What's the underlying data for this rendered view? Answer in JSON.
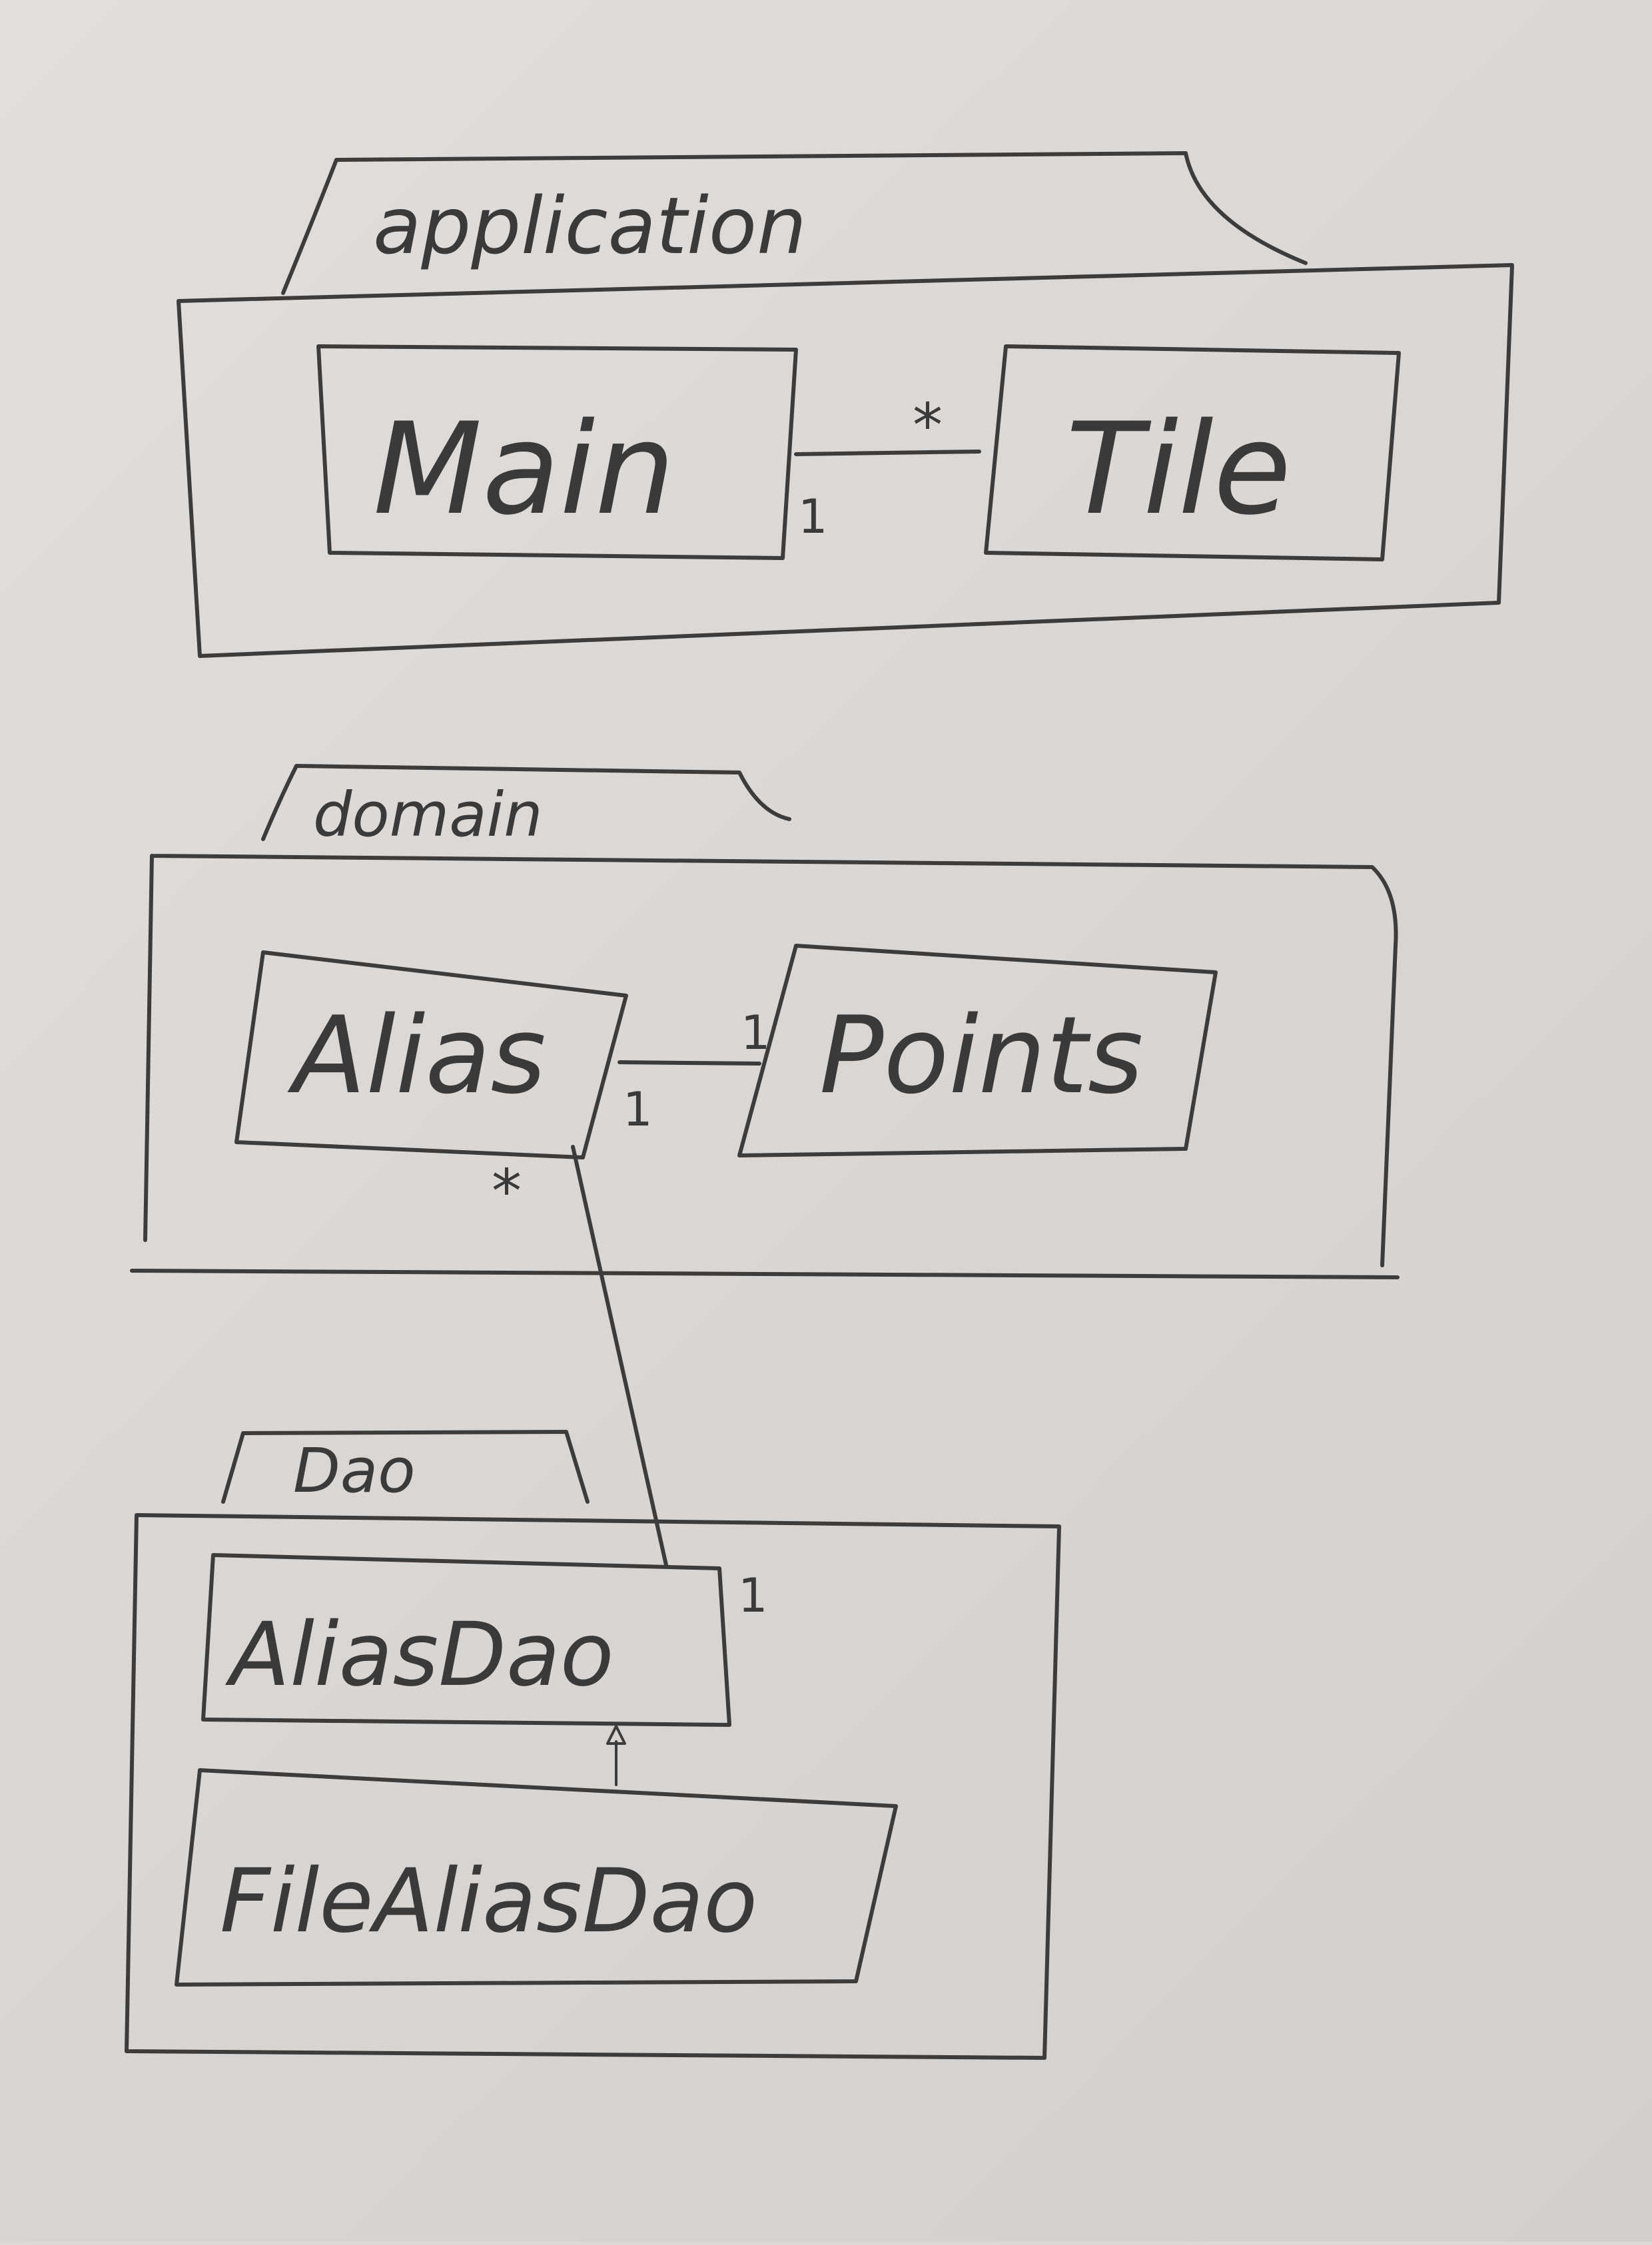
{
  "packages": {
    "application": {
      "label": "application",
      "classes": {
        "main": "Main",
        "tile": "Tile"
      },
      "association": {
        "main_end": "1",
        "tile_end": "*"
      }
    },
    "domain": {
      "label": "domain",
      "classes": {
        "alias": "Alias",
        "points": "Points"
      },
      "association": {
        "alias_end": "1",
        "points_end": "1"
      }
    },
    "dao": {
      "label": "Dao",
      "classes": {
        "alias_dao": "AliasDao",
        "file_alias_dao": "FileAliasDao"
      },
      "inheritance": "FileAliasDao extends AliasDao"
    }
  },
  "cross_package_association": {
    "alias_end": "*",
    "alias_dao_end": "1"
  }
}
